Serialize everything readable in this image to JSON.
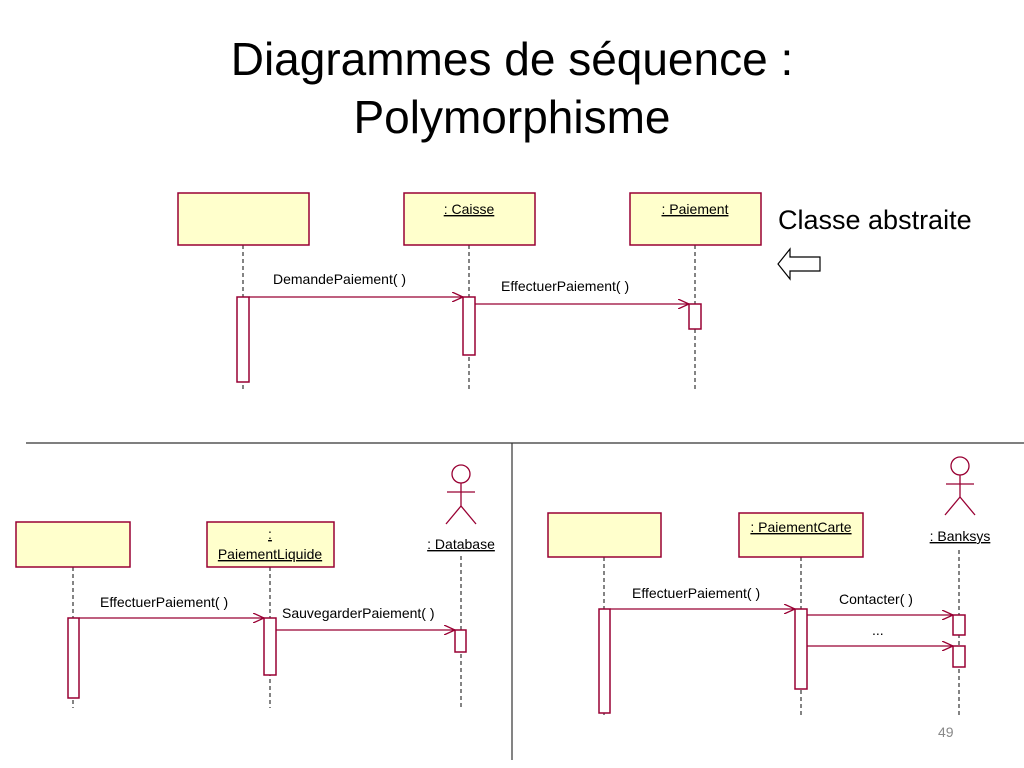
{
  "slide": {
    "title_line1": "Diagrammes de séquence :",
    "title_line2": "Polymorphisme",
    "note": "Classe abstraite",
    "page_number": "49"
  },
  "diagram_top": {
    "objects": [
      {
        "label": ""
      },
      {
        "label": " : Caisse"
      },
      {
        "label": " : Paiement"
      }
    ],
    "messages": [
      {
        "label": "DemandePaiement( )"
      },
      {
        "label": "EffectuerPaiement( )"
      }
    ]
  },
  "diagram_left": {
    "objects": [
      {
        "label": ""
      },
      {
        "label_line1": ":",
        "label_line2": "PaiementLiquide"
      },
      {
        "label": " : Database",
        "kind": "actor"
      }
    ],
    "messages": [
      {
        "label": "EffectuerPaiement( )"
      },
      {
        "label": "SauvegarderPaiement( )"
      }
    ]
  },
  "diagram_right": {
    "objects": [
      {
        "label": ""
      },
      {
        "label": " : PaiementCarte"
      },
      {
        "label": " : Banksys",
        "kind": "actor"
      }
    ],
    "messages": [
      {
        "label": "EffectuerPaiement( )"
      },
      {
        "label": "Contacter( )"
      },
      {
        "label": "..."
      }
    ]
  },
  "colors": {
    "object_fill": "#ffffcc",
    "uml_stroke": "#990033",
    "lifeline": "#333333"
  }
}
